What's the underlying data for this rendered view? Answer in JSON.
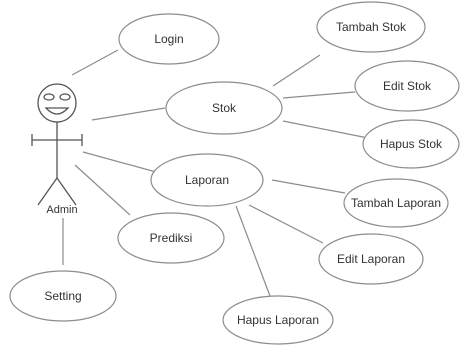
{
  "actor": {
    "name": "Admin"
  },
  "use_cases": {
    "login": "Login",
    "stok": "Stok",
    "tambah_stok": "Tambah Stok",
    "edit_stok": "Edit Stok",
    "hapus_stok": "Hapus Stok",
    "laporan": "Laporan",
    "tambah_laporan": "Tambah Laporan",
    "edit_laporan": "Edit Laporan",
    "hapus_laporan": "Hapus Laporan",
    "prediksi": "Prediksi",
    "setting": "Setting"
  }
}
